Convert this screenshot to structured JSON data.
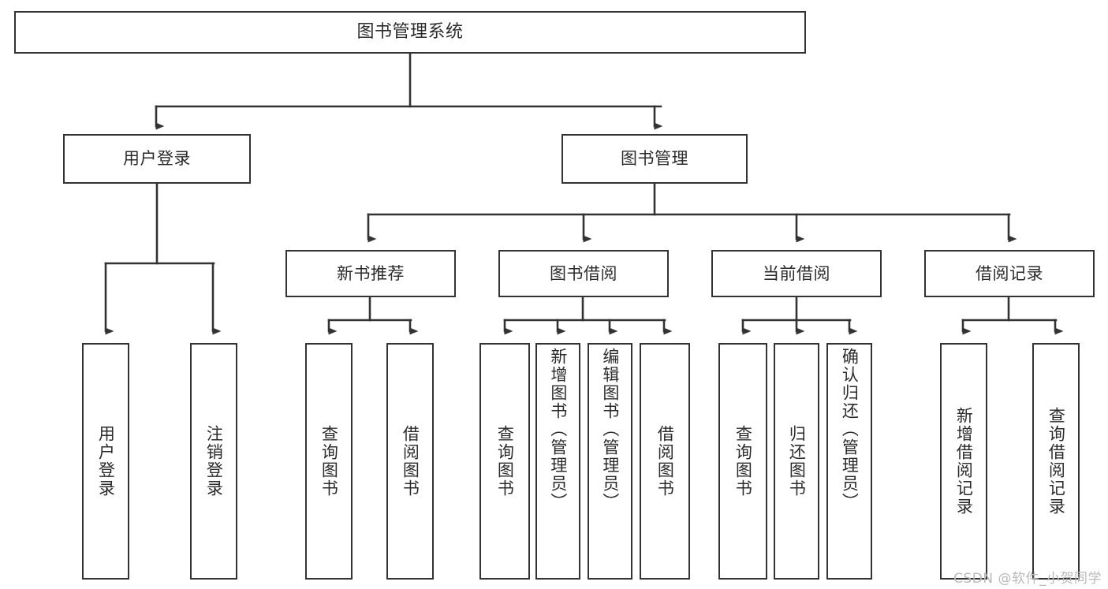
{
  "diagram": {
    "title": "图书管理系统",
    "type": "tree-hierarchy-chart",
    "colors": {
      "box_border": "#333333",
      "box_fill": "#ffffff",
      "edge": "#333333",
      "text": "#2b2b2b",
      "watermark": "#b9b9b9",
      "background": "#ffffff"
    },
    "watermark": "CSDN @软件_小贺同学"
  },
  "nodes": {
    "root": {
      "label": "图书管理系统"
    },
    "level2": [
      {
        "label": "用户登录"
      },
      {
        "label": "图书管理"
      }
    ],
    "level3": [
      {
        "label": "新书推荐"
      },
      {
        "label": "图书借阅"
      },
      {
        "label": "当前借阅"
      },
      {
        "label": "借阅记录"
      }
    ],
    "leaves_user_login": [
      {
        "label": "用户登录"
      },
      {
        "label": "注销登录"
      }
    ],
    "leaves_new_book": [
      {
        "label": "查询图书"
      },
      {
        "label": "借阅图书"
      }
    ],
    "leaves_borrow": [
      {
        "label": "查询图书"
      },
      {
        "label": "新增图书（管理员）"
      },
      {
        "label": "编辑图书（管理员）"
      },
      {
        "label": "借阅图书"
      }
    ],
    "leaves_current": [
      {
        "label": "查询图书"
      },
      {
        "label": "归还图书"
      },
      {
        "label": "确认归还（管理员）"
      }
    ],
    "leaves_record": [
      {
        "label": "新增借阅记录"
      },
      {
        "label": "查询借阅记录"
      }
    ]
  }
}
